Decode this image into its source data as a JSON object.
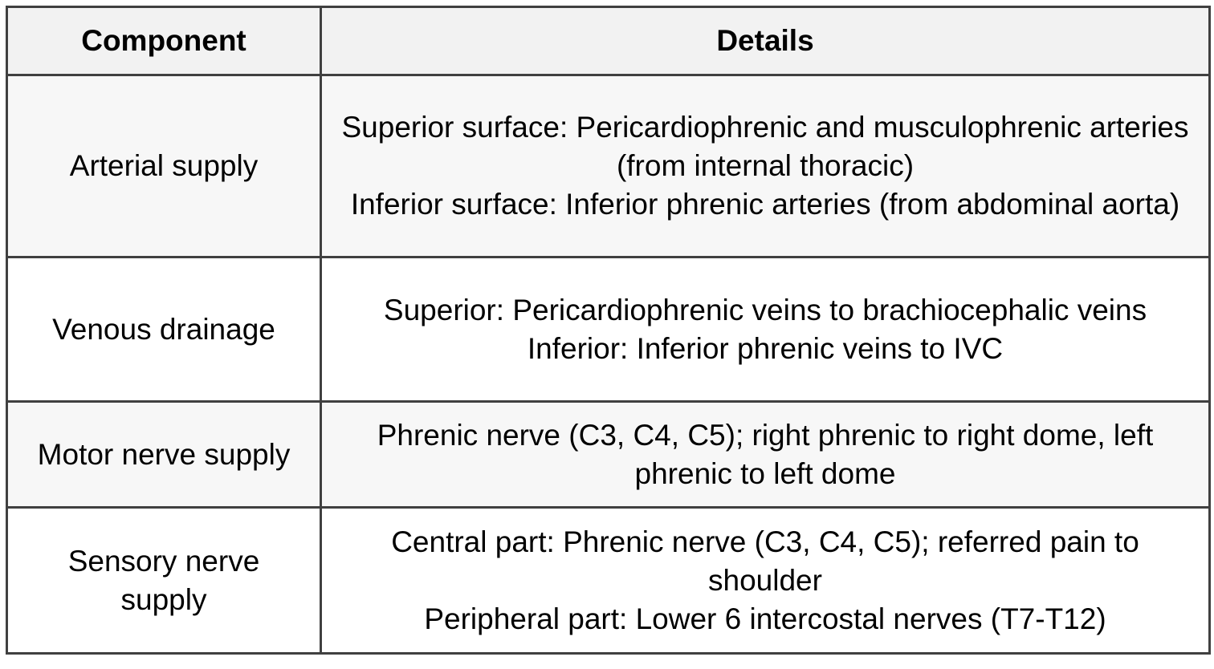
{
  "table": {
    "headers": [
      "Component",
      "Details"
    ],
    "rows": [
      {
        "component": "Arterial supply",
        "details": [
          "Superior surface: Pericardiophrenic and musculophrenic arteries (from internal thoracic)",
          "Inferior surface: Inferior phrenic arteries (from abdominal aorta)"
        ]
      },
      {
        "component": "Venous drainage",
        "details": [
          "Superior: Pericardiophrenic veins to brachiocephalic veins",
          "Inferior: Inferior phrenic veins to IVC"
        ]
      },
      {
        "component": "Motor nerve supply",
        "details": [
          "Phrenic nerve (C3, C4, C5); right phrenic to right dome, left phrenic to left dome"
        ]
      },
      {
        "component": "Sensory nerve supply",
        "details": [
          "Central part: Phrenic nerve (C3, C4, C5); referred pain to shoulder",
          "Peripheral part: Lower 6 intercostal nerves (T7-T12)"
        ]
      }
    ]
  },
  "colors": {
    "border": "#404040",
    "header_bg": "#f2f2f2",
    "odd_row_bg": "#f7f7f7",
    "even_row_bg": "#ffffff",
    "text": "#000000"
  }
}
